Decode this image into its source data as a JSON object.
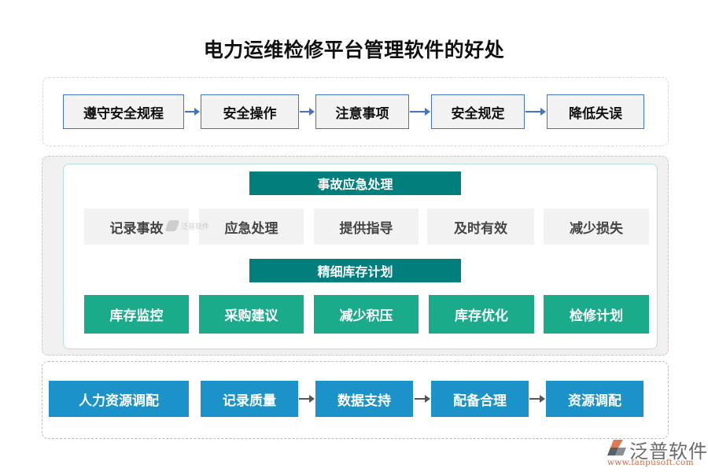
{
  "title": "电力运维检修平台管理软件的好处",
  "section1": {
    "steps": [
      "遵守安全规程",
      "安全操作",
      "注意事项",
      "安全规定",
      "降低失误"
    ]
  },
  "section2": {
    "header1": "事故应急处理",
    "row1": [
      "记录事故",
      "应急处理",
      "提供指导",
      "及时有效",
      "减少损失"
    ],
    "header2": "精细库存计划",
    "row2": [
      "库存监控",
      "采购建议",
      "减少积压",
      "库存优化",
      "检修计划"
    ]
  },
  "section3": {
    "steps": [
      "人力资源调配",
      "记录质量",
      "数据支持",
      "配备合理",
      "资源调配"
    ]
  },
  "watermark": {
    "inline_text": "泛普软件",
    "brand_name": "泛普软件",
    "brand_url": "www.fanpusoft.com"
  },
  "colors": {
    "step_border": "#4472c4",
    "header_teal": "#007f7c",
    "green_box": "#1aab8b",
    "blue_box": "#1b93c9",
    "gray_box": "#f2f2f2"
  }
}
